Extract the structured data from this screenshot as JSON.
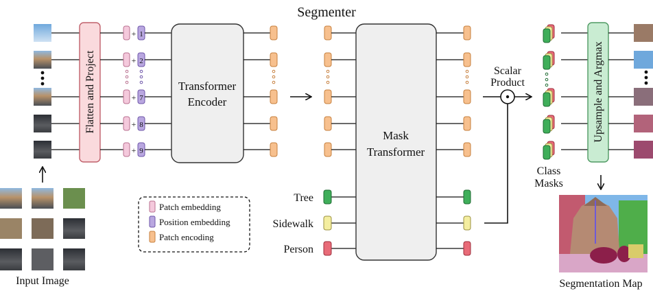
{
  "title": "Segmenter",
  "input_image_label": "Input Image",
  "flatten_label": "Flatten and Project",
  "position_numbers": [
    "1",
    "2",
    "7",
    "8",
    "9"
  ],
  "encoder_label_line1": "Transformer",
  "encoder_label_line2": "Encoder",
  "mask_label_line1": "Mask",
  "mask_label_line2": "Transformer",
  "class_labels": [
    "Tree",
    "Sidewalk",
    "Person"
  ],
  "scalar_product_line1": "Scalar",
  "scalar_product_line2": "Product",
  "upsample_label": "Upsample and Argmax",
  "class_masks_line1": "Class",
  "class_masks_line2": "Masks",
  "segmentation_map_label": "Segmentation Map",
  "legend": [
    {
      "label": "Patch embedding",
      "color": "#f4c9dc",
      "stroke": "#b9708f"
    },
    {
      "label": "Position embedding",
      "color": "#b9a7e0",
      "stroke": "#6d55a8"
    },
    {
      "label": "Patch encoding",
      "color": "#f7c08e",
      "stroke": "#c67f3d"
    }
  ],
  "colors": {
    "flatten_fill": "#fadadd",
    "flatten_stroke": "#c0606b",
    "block_fill": "#efefef",
    "block_stroke": "#333333",
    "upsample_fill": "#c9ecd2",
    "upsample_stroke": "#4f9a63",
    "tree": "#3fae5a",
    "sidewalk": "#f4eea0",
    "person": "#e86b78",
    "encoding": "#f7c08e"
  }
}
